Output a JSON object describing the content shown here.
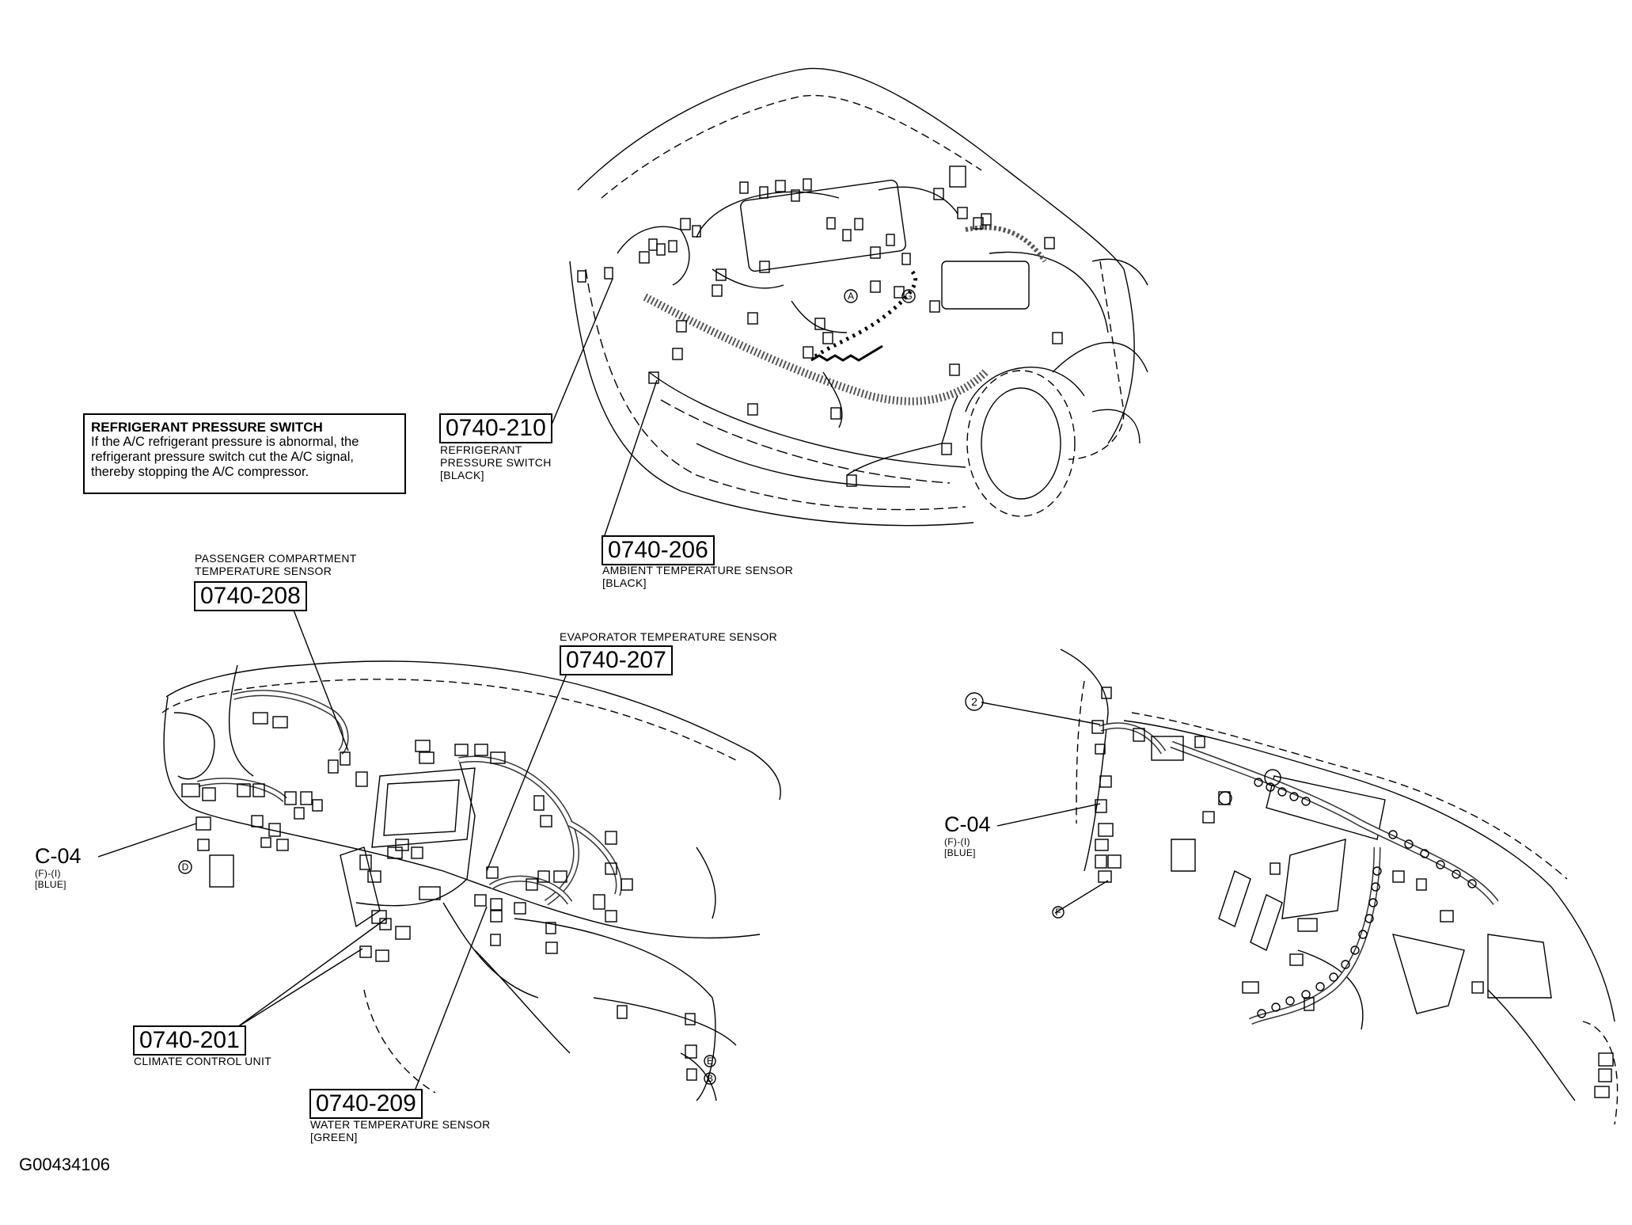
{
  "note": {
    "title": "REFRIGERANT PRESSURE SWITCH",
    "lines": [
      "If the A/C refrigerant pressure is abnormal, the",
      "refrigerant pressure switch cut the A/C signal,",
      "thereby stopping the A/C compressor."
    ]
  },
  "components": [
    {
      "code": "0740-210",
      "lines": [
        "REFRIGERANT",
        "PRESSURE SWITCH",
        "[BLACK]"
      ]
    },
    {
      "code": "0740-206",
      "lines": [
        "AMBIENT TEMPERATURE SENSOR",
        "[BLACK]"
      ]
    },
    {
      "code": "0740-208",
      "lines_above": [
        "PASSENGER COMPARTMENT",
        "TEMPERATURE SENSOR"
      ]
    },
    {
      "code": "0740-207",
      "lines_above": [
        "EVAPORATOR TEMPERATURE SENSOR"
      ]
    },
    {
      "code": "0740-201",
      "lines": [
        "CLIMATE CONTROL UNIT"
      ]
    },
    {
      "code": "0740-209",
      "lines": [
        "WATER TEMPERATURE SENSOR",
        "[GREEN]"
      ]
    }
  ],
  "connectors": [
    {
      "name": "C-04",
      "lines": [
        "(F)-(I)",
        "[BLUE]"
      ]
    },
    {
      "name": "C-04",
      "lines": [
        "(F)-(I)",
        "[BLUE]"
      ]
    }
  ],
  "callouts": [
    "2",
    "A",
    "G",
    "D",
    "E",
    "B",
    "F"
  ],
  "figure_id": "G00434106"
}
